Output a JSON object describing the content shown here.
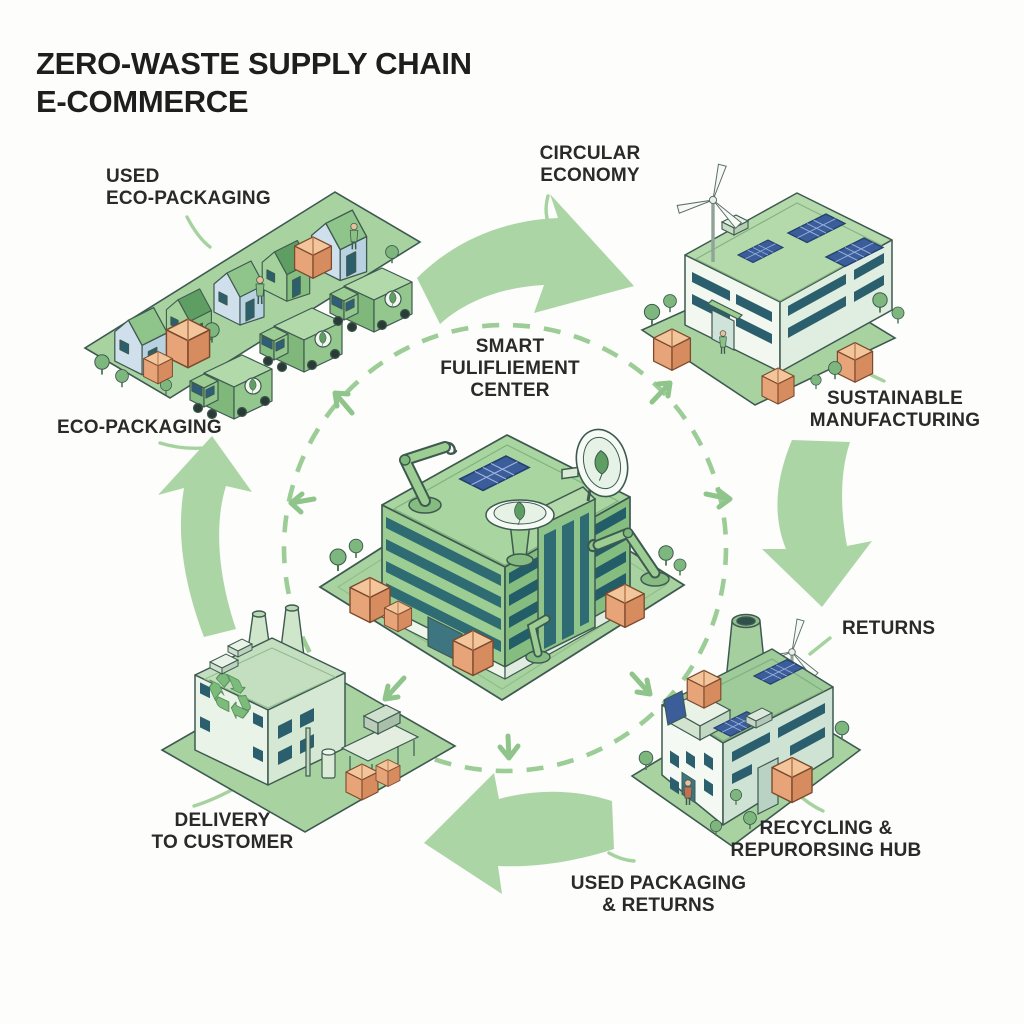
{
  "title": [
    "ZERO-WASTE SUPPLY CHAIN",
    "E-COMMERCE"
  ],
  "labels": {
    "used_eco_packaging": [
      "USED",
      "ECO-PACKAGING"
    ],
    "circular_economy": [
      "CIRCULAR",
      "ECONOMY"
    ],
    "smart_fulfillment_center": [
      "SMART",
      "FULIFLIEMENT",
      "CENTER"
    ],
    "sustainable_manufacturing": [
      "SUSTAINABLE",
      "MANUFACTURING"
    ],
    "eco_packaging": [
      "ECO-PACKAGING"
    ],
    "returns": [
      "RETURNS"
    ],
    "recycling_repurposing_hub": [
      "RECYCLING &",
      "REPURORSING HUB"
    ],
    "used_packaging_returns": [
      "USED PACKAGING",
      "& RETURNS"
    ],
    "delivery_to_customer": [
      "DELIVERY",
      "TO CUSTOMER"
    ]
  },
  "cycle_order": [
    "eco-packaging",
    "used-eco-packaging",
    "circular-economy",
    "sustainable-manufacturing",
    "returns",
    "recycling-repurposing-hub",
    "used-packaging-returns",
    "delivery-to-customer"
  ],
  "icons": {
    "recycle": "♻",
    "names": [
      "leaf-icon",
      "recycle-icon",
      "wind-turbine-icon",
      "solar-panel-icon",
      "satellite-dish-icon",
      "robotic-arm-icon",
      "delivery-truck-icon",
      "cardboard-box-icon",
      "house-icon",
      "tree-icon",
      "person-icon"
    ]
  },
  "colors": {
    "background": "#fdfdfc",
    "arrow_green": "#abd5a5",
    "dash_green": "#9ccd96",
    "ground_green": "#a8d3a0",
    "building_green": "#9ccd92",
    "building_green_dark": "#85bd80",
    "mint_light": "#eef6ec",
    "window_teal": "#2b5f6d",
    "solar_blue": "#3b5d9a",
    "box_orange": "#e8a479",
    "house_blue": "#c7dde9",
    "outline": "#3e5a50",
    "text_dark": "#2a2a2a"
  }
}
